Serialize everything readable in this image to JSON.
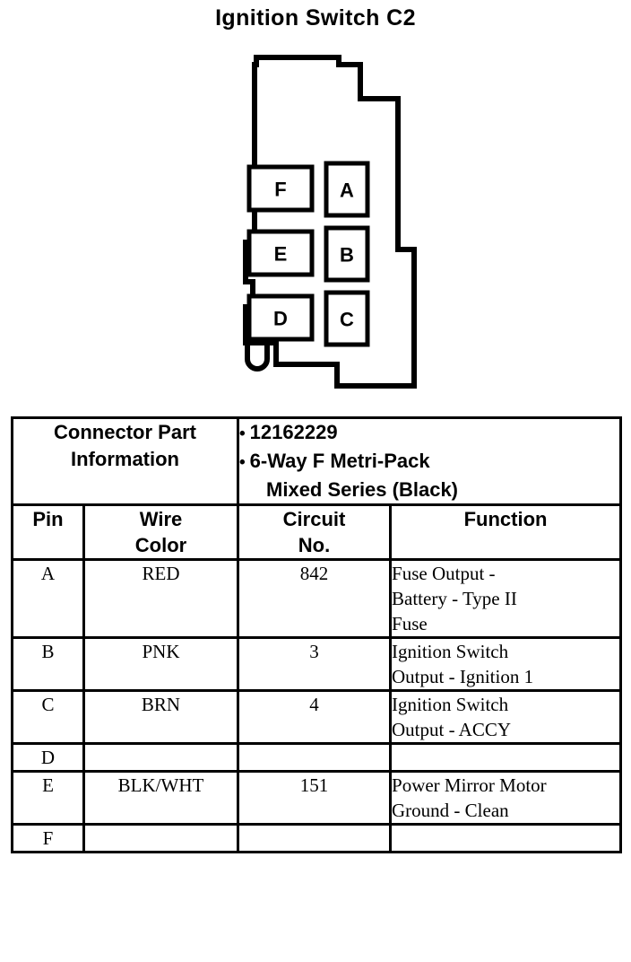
{
  "page": {
    "title": "Ignition Switch C2",
    "ink_color": "#000000",
    "background_color": "#ffffff"
  },
  "connector": {
    "name": "6-way connector face view",
    "cavities": [
      {
        "id": "F",
        "label": "F",
        "shape": "wide-rect",
        "column": "left",
        "row": 1
      },
      {
        "id": "A",
        "label": "A",
        "shape": "tall-rect",
        "column": "right",
        "row": 1
      },
      {
        "id": "E",
        "label": "E",
        "shape": "wide-rect",
        "column": "left",
        "row": 2
      },
      {
        "id": "B",
        "label": "B",
        "shape": "tall-rect",
        "column": "right",
        "row": 2
      },
      {
        "id": "D",
        "label": "D",
        "shape": "wide-rect",
        "column": "left",
        "row": 3
      },
      {
        "id": "C",
        "label": "C",
        "shape": "tall-rect",
        "column": "right",
        "row": 3
      }
    ]
  },
  "table": {
    "part_info": {
      "label_line_1": "Connector Part",
      "label_line_2": "Information",
      "bullets": [
        {
          "bullet": "•",
          "text": "12162229",
          "wrap": ""
        },
        {
          "bullet": "•",
          "text": "6-Way F Metri-Pack",
          "wrap": "Mixed Series (Black)"
        }
      ]
    },
    "columns": [
      {
        "key": "pin",
        "line1": "Pin",
        "line2": ""
      },
      {
        "key": "wire",
        "line1": "Wire",
        "line2": "Color"
      },
      {
        "key": "circuit",
        "line1": "Circuit",
        "line2": "No."
      },
      {
        "key": "function",
        "line1": "Function",
        "line2": ""
      }
    ],
    "rows": [
      {
        "pin": "A",
        "wire_color": "RED",
        "circuit_no": "842",
        "function_lines": [
          "Fuse Output -",
          "Battery - Type II",
          "Fuse"
        ]
      },
      {
        "pin": "B",
        "wire_color": "PNK",
        "circuit_no": "3",
        "function_lines": [
          "Ignition Switch",
          "Output - Ignition 1"
        ]
      },
      {
        "pin": "C",
        "wire_color": "BRN",
        "circuit_no": "4",
        "function_lines": [
          "Ignition Switch",
          "Output - ACCY"
        ]
      },
      {
        "pin": "D",
        "wire_color": "",
        "circuit_no": "",
        "function_lines": []
      },
      {
        "pin": "E",
        "wire_color": "BLK/WHT",
        "circuit_no": "151",
        "function_lines": [
          "Power Mirror Motor",
          "Ground - Clean"
        ]
      },
      {
        "pin": "F",
        "wire_color": "",
        "circuit_no": "",
        "function_lines": []
      }
    ]
  }
}
